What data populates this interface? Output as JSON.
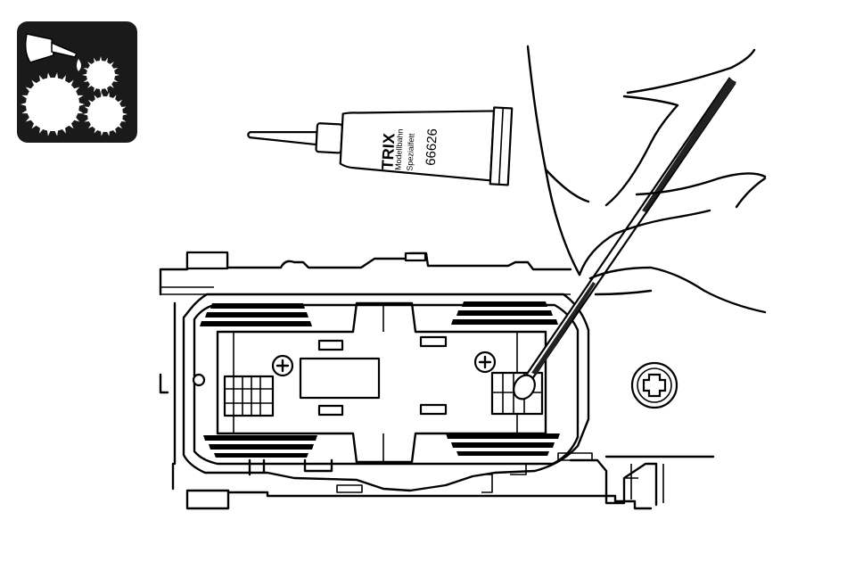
{
  "icon": {
    "name": "lubrication-gears-icon",
    "accent": "#1a1a1a"
  },
  "tube": {
    "brand": "TRIX",
    "product_line1": "Modellbahn",
    "product_line2": "Spezialfett",
    "article_number": "66626"
  },
  "colors": {
    "line": "#000000",
    "background": "#ffffff"
  }
}
